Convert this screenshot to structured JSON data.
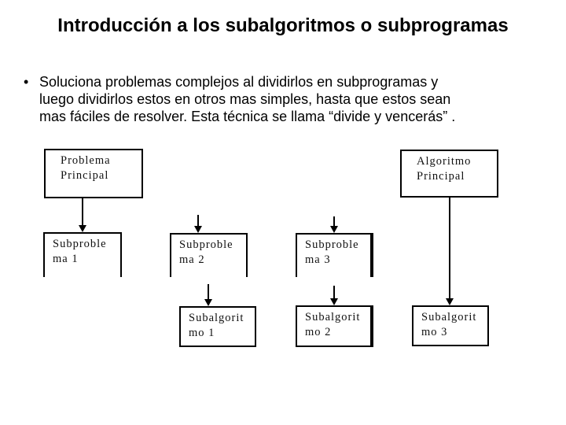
{
  "slide": {
    "title": "Introducción a los subalgoritmos o subprogramas",
    "bullet": {
      "marker": "•",
      "lines": [
        "Soluciona problemas complejos al dividirlos en subprogramas y",
        "luego dividirlos estos en otros mas simples, hasta que estos sean",
        "mas fáciles de resolver. Esta técnica se llama “divide y vencerás” ."
      ]
    }
  },
  "diagram": {
    "description": "Divide y vencerás: problema principal dividido en subproblemas, algoritmo principal dividido en subalgoritmos",
    "boxes": [
      {
        "id": "problema-principal",
        "label": "Problema Principal",
        "lines": [
          "Problema",
          "Principal"
        ]
      },
      {
        "id": "algoritmo-principal",
        "label": "Algoritmo Principal",
        "lines": [
          "Algoritmo",
          "Principal"
        ]
      },
      {
        "id": "subproblema-1",
        "label": "Subproblema 1",
        "lines": [
          "Subproble",
          "ma 1"
        ]
      },
      {
        "id": "subproblema-2",
        "label": "Subproblema 2",
        "lines": [
          "Subproble",
          "ma 2"
        ]
      },
      {
        "id": "subproblema-3",
        "label": "Subproblema 3",
        "lines": [
          "Subproble",
          "ma 3"
        ]
      },
      {
        "id": "subalgoritmo-1",
        "label": "Subalgoritmo 1",
        "lines": [
          "Subalgorit",
          "mo 1"
        ]
      },
      {
        "id": "subalgoritmo-2",
        "label": "Subalgoritmo 2",
        "lines": [
          "Subalgorit",
          "mo 2"
        ]
      },
      {
        "id": "subalgoritmo-3",
        "label": "Subalgoritmo 3",
        "lines": [
          "Subalgorit",
          "mo 3"
        ]
      }
    ]
  },
  "colors": {
    "background": "#ffffff",
    "text": "#000000",
    "line": "#000000"
  }
}
